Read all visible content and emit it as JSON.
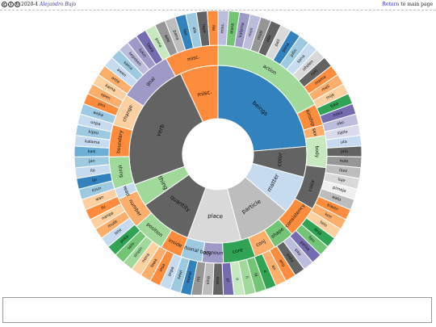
{
  "header": {
    "license_icons": [
      "cc-icon",
      "by-icon",
      "sa-icon"
    ],
    "year": "2020-4",
    "author": "Alejandro Bujo",
    "return_link": "Return",
    "return_suffix": "to main page"
  },
  "palette": {
    "blue": "#3182bd",
    "lightblue": "#9ecae1",
    "paleblue": "#c6dbef",
    "orange": "#fd8d3c",
    "lightorange": "#fdae6b",
    "paleorange": "#fdd0a2",
    "green": "#31a354",
    "lightgreen": "#74c476",
    "palegreen": "#a1d99b",
    "purple": "#756bb1",
    "lightpurple": "#9e9ac8",
    "palepurple": "#bcbddc",
    "gray": "#636363",
    "lightgray": "#969696",
    "palegray": "#d9d9d9",
    "mediumgray": "#bdbdbd"
  },
  "sunburst": {
    "center_label": "",
    "inner_ring": [
      {
        "label": "beings",
        "color": "#3182bd",
        "value": 17
      },
      {
        "label": "color",
        "color": "#636363",
        "value": 4
      },
      {
        "label": "matter",
        "color": "#c6dbef",
        "value": 5
      },
      {
        "label": "particle",
        "color": "#bdbdbd",
        "value": 7
      },
      {
        "label": "place",
        "color": "#d9d9d9",
        "value": 7
      },
      {
        "label": "quantity",
        "color": "#636363",
        "value": 7
      },
      {
        "label": "thing",
        "color": "#a1d99b",
        "value": 3
      },
      {
        "label": "verb",
        "color": "#636363",
        "value": 17
      },
      {
        "label": "misc.",
        "color": "#fd8d3c",
        "value": 5
      }
    ],
    "middle_ring": [
      {
        "label": "action",
        "color": "#a1d99b",
        "value": 11
      },
      {
        "label": "kinship",
        "color": "#fd8d3c",
        "value": 2
      },
      {
        "label": "sex",
        "color": "#fdae6b",
        "value": 1
      },
      {
        "label": "body",
        "color": "#c7e9c0",
        "value": 3
      },
      {
        "label": "color",
        "color": "#636363",
        "value": 4
      },
      {
        "label": "consistency",
        "color": "#fd8d3c",
        "value": 3
      },
      {
        "label": "shape",
        "color": "#74c476",
        "value": 2
      },
      {
        "label": "conj",
        "color": "#fdae6b",
        "value": 2
      },
      {
        "label": "core",
        "color": "#31a354",
        "value": 3
      },
      {
        "label": "pronoun",
        "color": "#9e9ac8",
        "value": 2
      },
      {
        "label": "positional body",
        "color": "#9ecae1",
        "value": 2
      },
      {
        "label": "inside",
        "color": "#fd8d3c",
        "value": 2
      },
      {
        "label": "position",
        "color": "#a1d99b",
        "value": 3
      },
      {
        "label": "number",
        "color": "#fdae6b",
        "value": 3
      },
      {
        "label": "head",
        "color": "#c6dbef",
        "value": 1
      },
      {
        "label": "thing",
        "color": "#a1d99b",
        "value": 3
      },
      {
        "label": "boundary",
        "color": "#fd8d3c",
        "value": 3
      },
      {
        "label": "change",
        "color": "#fdd0a2",
        "value": 3
      },
      {
        "label": "goal",
        "color": "#9e9ac8",
        "value": 5
      },
      {
        "label": "misc.",
        "color": "#fd8d3c",
        "value": 5
      }
    ],
    "outer_words": [
      {
        "label": "misc.",
        "color": "#bcbddc"
      },
      {
        "label": "alasa",
        "color": "#74c476"
      },
      {
        "label": "kalama",
        "color": "#9e9ac8"
      },
      {
        "label": "moli",
        "color": "#bcbddc"
      },
      {
        "label": "musi",
        "color": "#969696"
      },
      {
        "label": "olin",
        "color": "#636363"
      },
      {
        "label": "pali",
        "color": "#d9d9d9"
      },
      {
        "label": "pana",
        "color": "#3182bd"
      },
      {
        "label": "pilin",
        "color": "#9ecae1"
      },
      {
        "label": "sona",
        "color": "#c6dbef"
      },
      {
        "label": "sitelen",
        "color": "#d9d9d9"
      },
      {
        "label": "toki",
        "color": "#636363"
      },
      {
        "label": "mama",
        "color": "#fd8d3c"
      },
      {
        "label": "meli",
        "color": "#fdae6b"
      },
      {
        "label": "mije",
        "color": "#fdd0a2"
      },
      {
        "label": "luka",
        "color": "#31a354"
      },
      {
        "label": "noka",
        "color": "#756bb1"
      },
      {
        "label": "oko",
        "color": "#bcbddc"
      },
      {
        "label": "sijelo",
        "color": "#dadaeb"
      },
      {
        "label": "uta",
        "color": "#c6dbef"
      },
      {
        "label": "jelo",
        "color": "#636363"
      },
      {
        "label": "kule",
        "color": "#969696"
      },
      {
        "label": "laso",
        "color": "#bdbdbd"
      },
      {
        "label": "loje",
        "color": "#d9d9d9"
      },
      {
        "label": "pimeja",
        "color": "#f0f0f0"
      },
      {
        "label": "walo",
        "color": "#bdbdbd"
      },
      {
        "label": "kiwen",
        "color": "#fd8d3c"
      },
      {
        "label": "kon",
        "color": "#fdae6b"
      },
      {
        "label": "telo",
        "color": "#fdd0a2"
      },
      {
        "label": "linja",
        "color": "#31a354"
      },
      {
        "label": "lipu",
        "color": "#74c476"
      },
      {
        "label": "palisa",
        "color": "#756bb1"
      },
      {
        "label": "sike",
        "color": "#bcbddc"
      },
      {
        "label": "poka",
        "color": "#636363"
      },
      {
        "label": "anu",
        "color": "#fd8d3c"
      },
      {
        "label": "en",
        "color": "#fdae6b"
      },
      {
        "label": "e",
        "color": "#31a354"
      },
      {
        "label": "la",
        "color": "#74c476"
      },
      {
        "label": "li",
        "color": "#a1d99b"
      },
      {
        "label": "o",
        "color": "#c7e9c0"
      },
      {
        "label": "pi",
        "color": "#756bb1"
      },
      {
        "label": "ona",
        "color": "#636363"
      },
      {
        "label": "sina",
        "color": "#bdbdbd"
      },
      {
        "label": "mi",
        "color": "#969696"
      },
      {
        "label": "monsi",
        "color": "#3182bd"
      },
      {
        "label": "sewi",
        "color": "#9ecae1"
      },
      {
        "label": "anpa",
        "color": "#c6dbef"
      },
      {
        "label": "insa",
        "color": "#fd8d3c"
      },
      {
        "label": "lawa",
        "color": "#fdae6b"
      },
      {
        "label": "nena",
        "color": "#fdd0a2"
      },
      {
        "label": "sinpin",
        "color": "#a1d99b"
      },
      {
        "label": "selo",
        "color": "#74c476"
      },
      {
        "label": "poka",
        "color": "#31a354"
      },
      {
        "label": "lete",
        "color": "#c6dbef"
      },
      {
        "label": "mute",
        "color": "#fdae6b"
      },
      {
        "label": "nanpa",
        "color": "#fdd0a2"
      },
      {
        "label": "tu",
        "color": "#fd8d3c"
      },
      {
        "label": "wan",
        "color": "#fdd0a2"
      },
      {
        "label": "esun",
        "color": "#9ecae1"
      },
      {
        "label": "ijo",
        "color": "#3182bd"
      },
      {
        "label": "ilo",
        "color": "#c6dbef"
      },
      {
        "label": "jan",
        "color": "#9ecae1"
      },
      {
        "label": "kasi",
        "color": "#6baed6"
      },
      {
        "label": "kalama",
        "color": "#c6dbef"
      },
      {
        "label": "kipisi",
        "color": "#9ecae1"
      },
      {
        "label": "unpa",
        "color": "#c6dbef"
      },
      {
        "label": "weka",
        "color": "#9ecae1"
      },
      {
        "label": "pini",
        "color": "#fd8d3c"
      },
      {
        "label": "open",
        "color": "#fdae6b"
      },
      {
        "label": "kama",
        "color": "#fdd0a2"
      },
      {
        "label": "ante",
        "color": "#fdae6b"
      },
      {
        "label": "awen",
        "color": "#c6dbef"
      },
      {
        "label": "sama",
        "color": "#9ecae1"
      },
      {
        "label": "kepeken",
        "color": "#bcbddc"
      },
      {
        "label": "lukin",
        "color": "#9e9ac8"
      },
      {
        "label": "tawa",
        "color": "#756bb1"
      },
      {
        "label": "pona",
        "color": "#c7e9c0"
      },
      {
        "label": "wile",
        "color": "#969696"
      },
      {
        "label": "pana",
        "color": "#bdbdbd"
      },
      {
        "label": "tan",
        "color": "#3182bd"
      },
      {
        "label": "ala",
        "color": "#9ecae1"
      },
      {
        "label": "lape",
        "color": "#636363"
      },
      {
        "label": "ike",
        "color": "#fd8d3c"
      }
    ]
  }
}
